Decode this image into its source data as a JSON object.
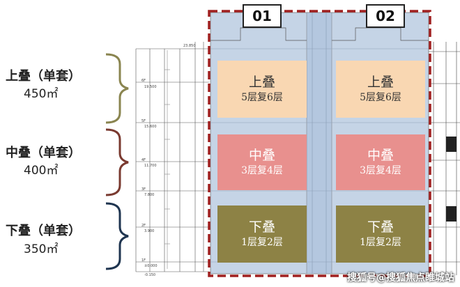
{
  "legend": [
    {
      "name": "上叠（单套）",
      "area": "450㎡",
      "color": "#8a8550"
    },
    {
      "name": "中叠（单套）",
      "area": "400㎡",
      "color": "#7a3a30"
    },
    {
      "name": "下叠（单套）",
      "area": "350㎡",
      "color": "#1f3550"
    }
  ],
  "tags": [
    "01",
    "02"
  ],
  "units": {
    "upper": {
      "title": "上叠",
      "sub": "5层复6层",
      "color": "#f9d7b2"
    },
    "middle": {
      "title": "中叠",
      "sub": "3层复4层",
      "color": "#e8908e"
    },
    "lower": {
      "title": "下叠",
      "sub": "1层复2层",
      "color": "#8d8245"
    }
  },
  "floors": [
    "6F",
    "5F",
    "4F",
    "3F",
    "2F",
    "1F"
  ],
  "elevations": [
    "23.850",
    "19.500",
    "15.600",
    "11.700",
    "7.800",
    "3.900",
    "±0.000",
    "-0.150"
  ],
  "watermark": "搜狐号@搜狐焦点睢城站"
}
